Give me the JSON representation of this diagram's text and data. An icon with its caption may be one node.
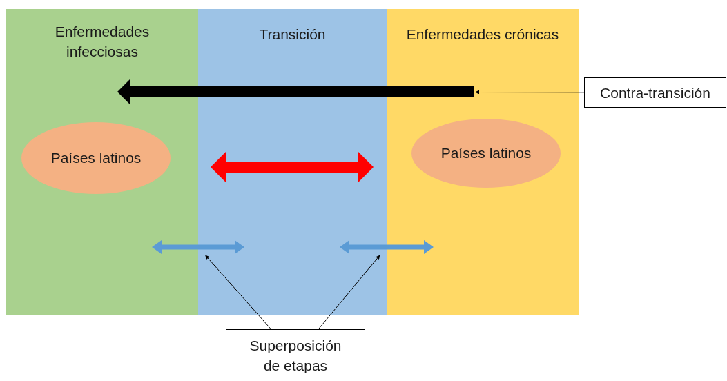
{
  "diagram": {
    "nodes": [
      {
        "text": [
          "Enfermedades infecciosas"
        ]
      },
      {
        "text": [
          "Transición"
        ]
      },
      {
        "text": [
          "Enfermedades crónicas"
        ]
      },
      {
        "text": [
          "Países latinos"
        ],
        "in": 0
      },
      {
        "text": [
          "Países latinos"
        ],
        "in": 2
      },
      {
        "text": [
          "Contra-transición"
        ]
      },
      {
        "text": [
          "Superposición de etapas"
        ]
      },
      {
        "text": [],
        "shape": "arrow"
      },
      {
        "text": [],
        "shape": "arrow",
        "in": 1
      },
      {
        "text": [],
        "shape": "arrow"
      },
      {
        "text": [],
        "shape": "arrow"
      }
    ],
    "edges": [
      {
        "from": 5,
        "to": 7,
        "arrow": "to"
      },
      {
        "from": 6,
        "to": 9,
        "arrow": "to"
      },
      {
        "from": 6,
        "to": 10,
        "arrow": "to"
      }
    ]
  }
}
